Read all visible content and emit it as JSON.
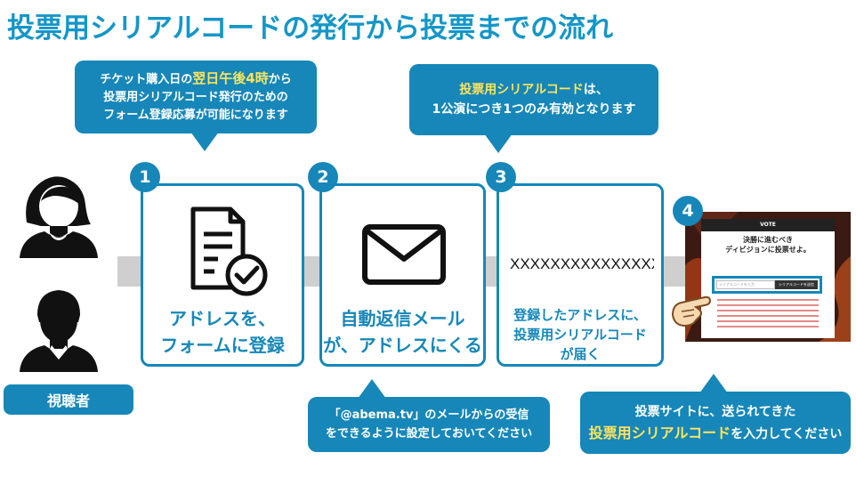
{
  "title": "投票用シリアルコードの発行から投票までの流れ",
  "bubble1": {
    "line1_pre": "チケット購入日の",
    "line1_hl": "翌日午後4時",
    "line1_post": "から",
    "line2": "投票用シリアルコード発行のための",
    "line3": "フォーム登録応募が可能になります"
  },
  "bubble3": {
    "line1_hl": "投票用シリアルコード",
    "line1_post": "は、",
    "line2": "1公演につき1つのみ有効となります"
  },
  "bubble_email": {
    "line1": "「@abema.tv」のメールからの受信",
    "line2": "をできるように設定しておいてください"
  },
  "bubble_vote": {
    "line1": "投票サイトに、送られてきた",
    "line2_hl": "投票用シリアルコード",
    "line2_post": "を入力してください"
  },
  "viewer_label": "視聴者",
  "steps": [
    {
      "num": "1",
      "line1": "アドレスを、",
      "line2": "フォームに登録",
      "icon": "document-check-icon"
    },
    {
      "num": "2",
      "line1": "自動返信メール",
      "line2": "が、アドレスにくる",
      "icon": "envelope-icon"
    },
    {
      "num": "3",
      "serial": "XXXXXXXXXXXXXXX",
      "line1": "登録したアドレスに、",
      "line2": "投票用シリアルコード",
      "line3": "が届く"
    },
    {
      "num": "4"
    }
  ],
  "vote_screen": {
    "header": "VOTE",
    "title_line1": "決勝に進むべき",
    "title_line2": "ディビジョンに投票せよ。",
    "input_placeholder": "シリアルコードを入力",
    "submit_label": "シリアルコードを送信"
  },
  "colors": {
    "primary": "#1687b8",
    "title": "#1596c8",
    "highlight": "#ffe45c",
    "connector": "#cfcfcf"
  }
}
